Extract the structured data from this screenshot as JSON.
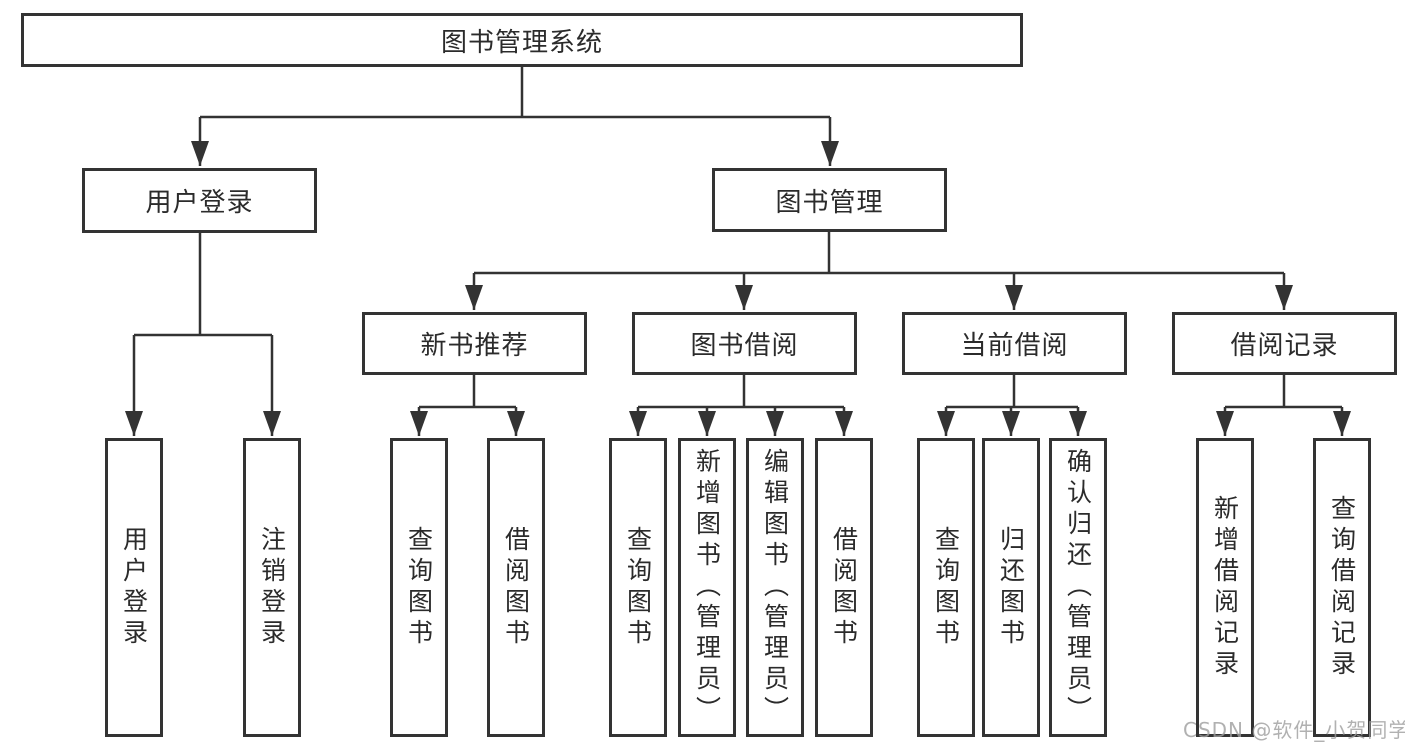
{
  "tree": {
    "root": {
      "label": "图书管理系统",
      "children": [
        {
          "label": "用户登录",
          "children": [
            {
              "label": "用户登录"
            },
            {
              "label": "注销登录"
            }
          ]
        },
        {
          "label": "图书管理",
          "children": [
            {
              "label": "新书推荐",
              "children": [
                {
                  "label": "查询图书"
                },
                {
                  "label": "借阅图书"
                }
              ]
            },
            {
              "label": "图书借阅",
              "children": [
                {
                  "label": "查询图书"
                },
                {
                  "label": "新增图书（管理员）"
                },
                {
                  "label": "编辑图书（管理员）"
                },
                {
                  "label": "借阅图书"
                }
              ]
            },
            {
              "label": "当前借阅",
              "children": [
                {
                  "label": "查询图书"
                },
                {
                  "label": "归还图书"
                },
                {
                  "label": "确认归还（管理员）"
                }
              ]
            },
            {
              "label": "借阅记录",
              "children": [
                {
                  "label": "新增借阅记录"
                },
                {
                  "label": "查询借阅记录"
                }
              ]
            }
          ]
        }
      ]
    }
  },
  "watermark": {
    "text": "CSDN @软件_小贺同学"
  },
  "colors": {
    "line": "#333333",
    "box_background": "#ffffff",
    "text": "#2b2b2b",
    "watermark": "#9e9e9e"
  }
}
